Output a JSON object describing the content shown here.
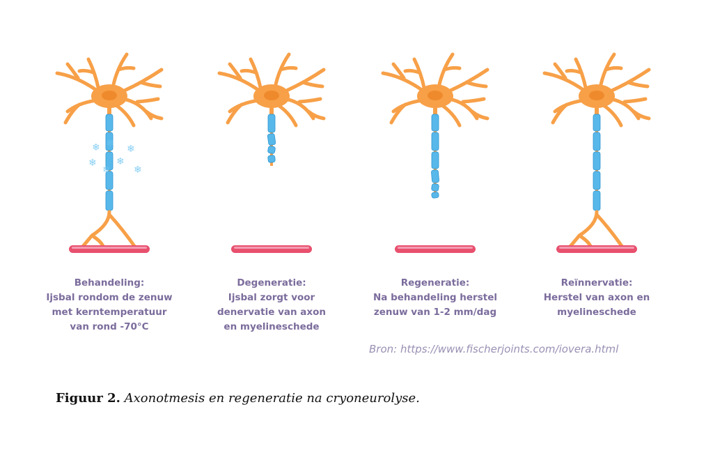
{
  "panels": [
    {
      "stage": "treatment",
      "title": "Behandeling:",
      "lines": [
        "Ijsbal rondom de zenuw",
        "met kerntemperatuur",
        "van rond -70°C"
      ]
    },
    {
      "stage": "degeneration",
      "title": "Degeneratie:",
      "lines": [
        "Ijsbal zorgt voor",
        "denervatie van axon",
        "en myelineschede"
      ]
    },
    {
      "stage": "regeneration",
      "title": "Regeneratie:",
      "lines": [
        "Na behandeling herstel",
        "zenuw van 1-2 mm/dag"
      ]
    },
    {
      "stage": "reinnervation",
      "title": "Reïnnervatie:",
      "lines": [
        "Herstel van axon en",
        "myelineschede"
      ]
    }
  ],
  "source": "Bron: https://www.fischerjoints.com/iovera.html",
  "caption": {
    "label": "Figuur 2.",
    "text": "Axonotmesis en regeneratie na cryoneurolyse."
  },
  "colors": {
    "neuron": "#f7a048",
    "myelin": "#58b8ea",
    "muscle": "#e8506e",
    "label": "#7b6c9c"
  }
}
